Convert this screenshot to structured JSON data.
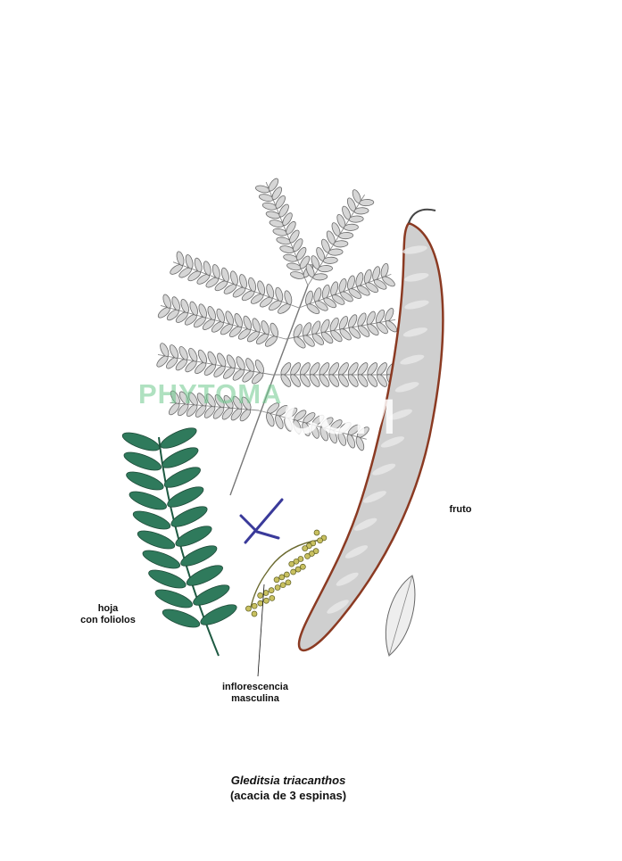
{
  "labels": {
    "leaf": [
      "hoja",
      "con foliolos"
    ],
    "fruit": "fruto",
    "inflorescence": [
      "inflorescencia",
      "masculina"
    ]
  },
  "caption": {
    "species": "Gleditsia triacanthos",
    "common": "(acacia de 3 espinas)"
  },
  "watermark": {
    "brand": "PHYTOMA",
    "suffix": "COM"
  },
  "colors": {
    "background": "#ffffff",
    "bipinnate_leaf": "#d6d6d6",
    "pinnate_leaf": "#2f7a5c",
    "pod_body": "#cfcfcf",
    "pod_edge": "#8b3a22",
    "thorn": "#3a3a9a",
    "inflorescence": "#c8c060",
    "watermark_brand": "#6ec88c"
  }
}
